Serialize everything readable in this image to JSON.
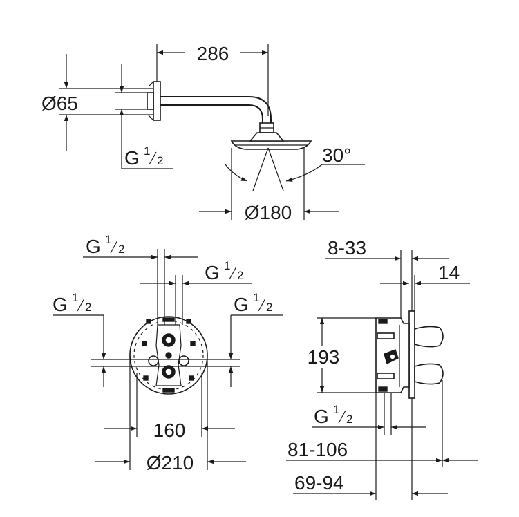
{
  "views": {
    "shower_arm": {
      "arm_length": "286",
      "flange_diameter": "Ø65",
      "thread": {
        "main": "G",
        "sup": "1",
        "sub": "2"
      },
      "spray_angle": "30°",
      "head_diameter": "Ø180"
    },
    "front": {
      "thread_top_left": {
        "main": "G",
        "sup": "1",
        "sub": "2"
      },
      "thread_top_right": {
        "main": "G",
        "sup": "1",
        "sub": "2"
      },
      "thread_left": {
        "main": "G",
        "sup": "1",
        "sub": "2"
      },
      "thread_right": {
        "main": "G",
        "sup": "1",
        "sub": "2"
      },
      "center_distance": "160",
      "plate_diameter": "Ø210"
    },
    "side": {
      "depth_range": "8-33",
      "plate_thickness": "14",
      "height": "193",
      "thread_bottom": {
        "main": "G",
        "sup": "1",
        "sub": "2"
      },
      "total_depth": "81-106",
      "install_depth": "69-94"
    }
  }
}
